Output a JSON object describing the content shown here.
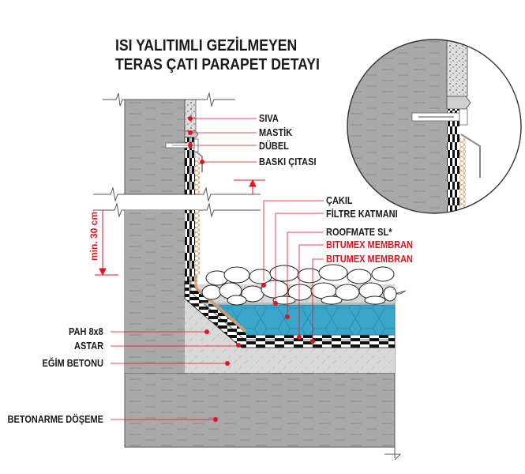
{
  "title": {
    "line1": "ISI YALITIMLI GEZİLMEYEN",
    "line2": "TERAS ÇATI PARAPET DETAYI"
  },
  "labels_right_top": [
    {
      "text": "SIVA",
      "color": "#1a1a1a"
    },
    {
      "text": "MASTİK",
      "color": "#1a1a1a"
    },
    {
      "text": "DÜBEL",
      "color": "#1a1a1a"
    },
    {
      "text": "BASKI ÇITASI",
      "color": "#1a1a1a"
    }
  ],
  "labels_right_roof": [
    {
      "text": "ÇAKIL",
      "color": "#1a1a1a"
    },
    {
      "text": "FİLTRE KATMANI",
      "color": "#1a1a1a"
    },
    {
      "text": "ROOFMATE SL*",
      "color": "#1a1a1a"
    },
    {
      "text": "BITUMEX MEMBRAN",
      "color": "#e3141f"
    },
    {
      "text": "BITUMEX MEMBRAN",
      "color": "#e3141f"
    }
  ],
  "labels_left": [
    {
      "text": "PAH 8x8"
    },
    {
      "text": "ASTAR"
    },
    {
      "text": "EĞİM BETONU"
    },
    {
      "text": "BETONARME DÖŞEME"
    }
  ],
  "dimension": {
    "text": "min. 30 cm"
  },
  "colors": {
    "concrete": "#a8a8a8",
    "screed": "#d6d6d6",
    "insulation": "#3aa6c9",
    "leader": "#e3141f",
    "text": "#1a1a1a"
  },
  "detail_callout": {
    "shape": "circle",
    "subject": "parapet-top-flashing-detail"
  }
}
